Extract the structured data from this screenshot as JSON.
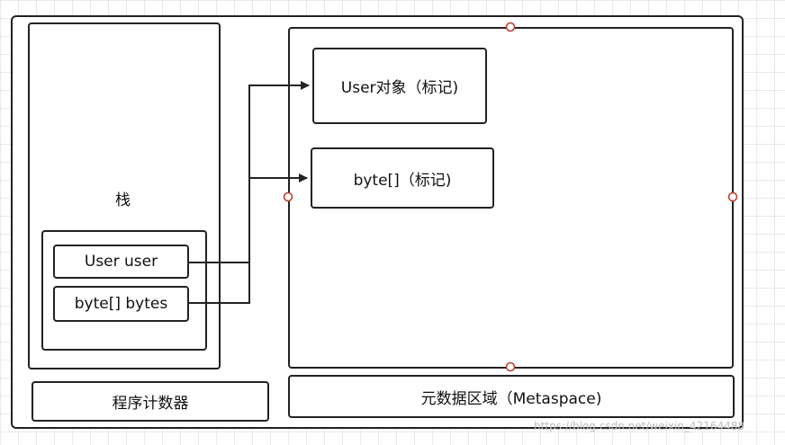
{
  "stack": {
    "label": "栈"
  },
  "stack_items": {
    "user_var": "User user",
    "bytes_var": "byte[] bytes"
  },
  "program_counter": {
    "label": "程序计数器"
  },
  "metaspace": {
    "label": "元数据区域（Metaspace)",
    "objects": {
      "user_object": "User对象（标记)",
      "bytes_object": "byte[]（标记)"
    }
  },
  "watermark": "https://blog.csdn.net/weixin_42164488",
  "colors": {
    "line": "#222222",
    "handle": "#c0392b",
    "grid": "#e9e9e9"
  }
}
